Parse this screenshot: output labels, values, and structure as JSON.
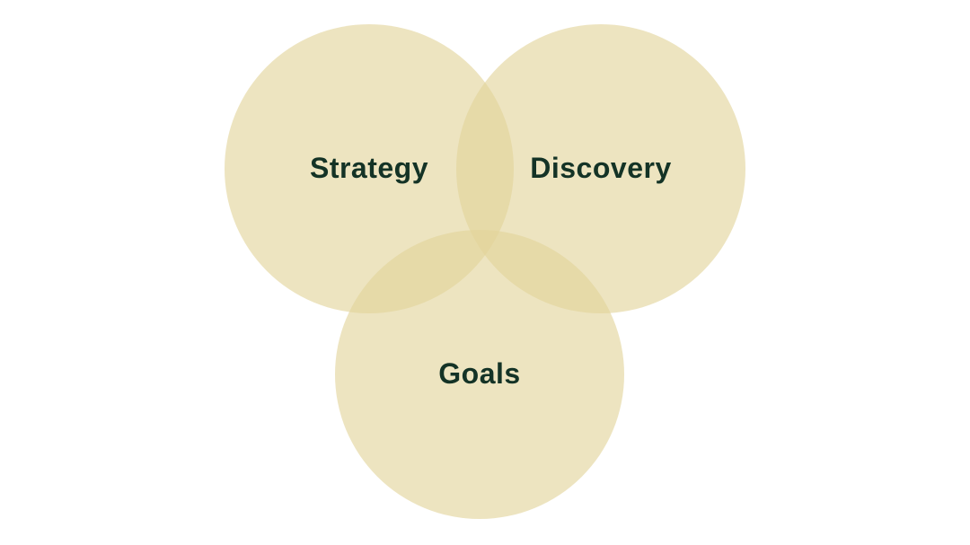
{
  "diagram": {
    "sets": [
      {
        "id": "strategy",
        "label": "Strategy"
      },
      {
        "id": "discovery",
        "label": "Discovery"
      },
      {
        "id": "goals",
        "label": "Goals"
      }
    ]
  },
  "colors": {
    "background": "#ffffff",
    "circle_fill": "#e2d39a",
    "label_text": "#143326"
  }
}
